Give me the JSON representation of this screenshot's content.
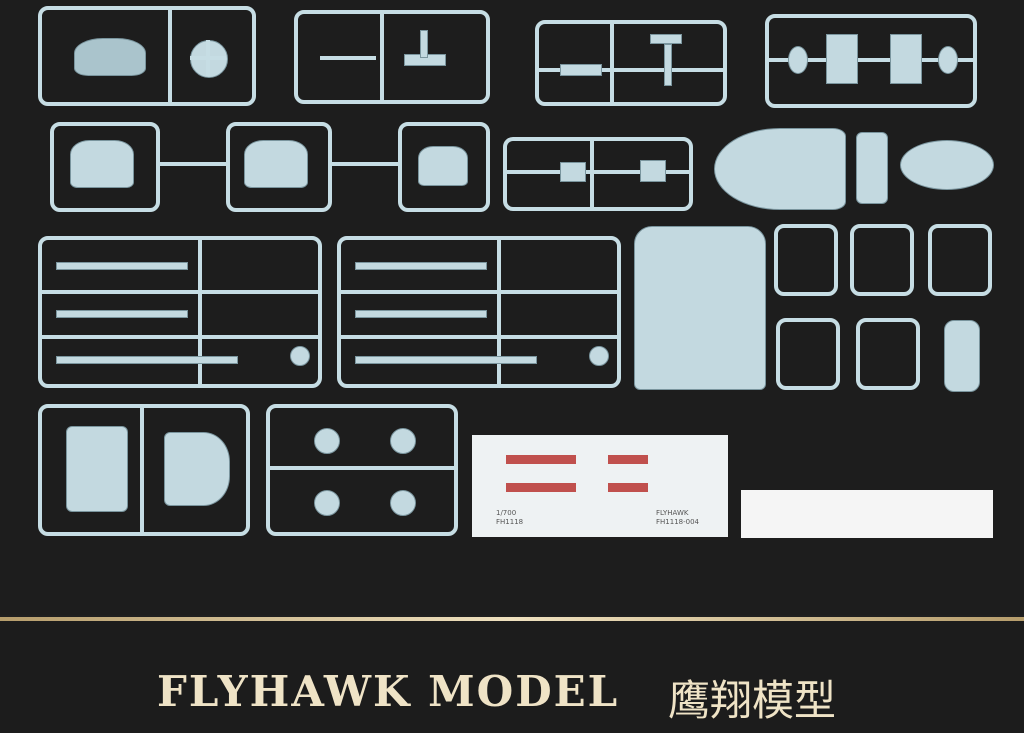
{
  "brand": {
    "name_en": "FLYHAWK MODEL",
    "name_cn": "鹰翔模型"
  },
  "decal": {
    "scale": "1/700",
    "code_left": "FH1118",
    "brand": "FLYHAWK",
    "code_right": "FH1118-004"
  },
  "colors": {
    "background": "#1d1d1d",
    "plastic": "#c6dde4",
    "gold": "#d8c49a",
    "decal_red": "#c0504d"
  }
}
